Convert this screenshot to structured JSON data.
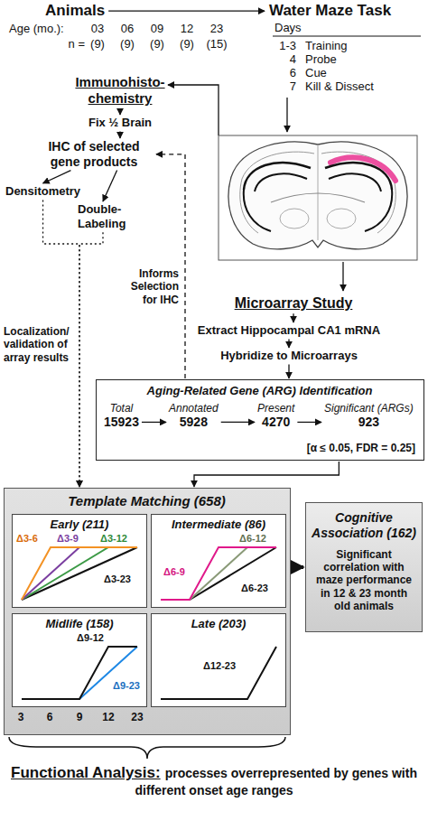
{
  "diagram": {
    "nodes": [
      {
        "text": [
          "Animals"
        ]
      },
      {
        "text": [
          "Water Maze Task"
        ]
      },
      {
        "text": [
          "Immunohisto- chemistry"
        ]
      },
      {
        "text": [
          "Fix ½ Brain"
        ]
      },
      {
        "text": [
          "IHC of selected gene products"
        ]
      },
      {
        "text": [
          "Densitometry"
        ]
      },
      {
        "text": [
          "Double- Labeling"
        ]
      },
      {
        "text": [
          "Microarray Study"
        ]
      },
      {
        "text": [
          "Extract Hippocampal CA1 mRNA"
        ]
      },
      {
        "text": [
          "Hybridize to Microarrays"
        ]
      },
      {
        "text": [
          "Aging-Related Gene (ARG) Identification",
          "[α ≤ 0.05, FDR = 0.25]"
        ]
      },
      {
        "text": [
          "Total",
          "15923"
        ],
        "in": 10
      },
      {
        "text": [
          "Annotated",
          "5928"
        ],
        "in": 10
      },
      {
        "text": [
          "Present",
          "4270"
        ],
        "in": 10
      },
      {
        "text": [
          "Significant (ARGs)",
          "923"
        ],
        "in": 10
      },
      {
        "text": [
          "Template Matching (658)"
        ]
      },
      {
        "text": [
          "Early (211)",
          "Δ3-6",
          "Δ3-9",
          "Δ3-12",
          "Δ3-23"
        ],
        "in": 15
      },
      {
        "text": [
          "Intermediate (86)",
          "Δ6-9",
          "Δ6-12",
          "Δ6-23"
        ],
        "in": 15
      },
      {
        "text": [
          "Midlife (158)",
          "Δ9-12",
          "Δ9-23"
        ],
        "in": 15
      },
      {
        "text": [
          "Late (203)",
          "Δ12-23"
        ],
        "in": 15
      },
      {
        "text": [
          "Cognitive Association (162)",
          "Significant correlation with maze performance in 12 & 23 month old animals"
        ]
      },
      {
        "text": [
          "Functional Analysis:",
          "processes overrepresented by genes with different onset age ranges"
        ]
      }
    ],
    "edges": [
      {
        "from": 0,
        "to": 1,
        "arrow": "to"
      },
      {
        "from": 2,
        "to": 3,
        "arrow": "to"
      },
      {
        "from": 3,
        "to": 4,
        "arrow": "to"
      },
      {
        "from": 4,
        "to": 5,
        "arrow": "to"
      },
      {
        "from": 4,
        "to": 6,
        "arrow": "to"
      },
      {
        "from": 7,
        "to": 8,
        "arrow": "to"
      },
      {
        "from": 8,
        "to": 9,
        "arrow": "to"
      },
      {
        "from": 9,
        "to": 10,
        "arrow": "to"
      },
      {
        "from": 11,
        "to": 12,
        "arrow": "to"
      },
      {
        "from": 12,
        "to": 13,
        "arrow": "to"
      },
      {
        "from": 13,
        "to": 14,
        "arrow": "to"
      },
      {
        "from": 10,
        "to": 4,
        "arrow": "to",
        "label": "Informs Selection for IHC"
      },
      {
        "from": 5,
        "to": 15,
        "arrow": "to"
      },
      {
        "from": 6,
        "to": 15,
        "arrow": "to",
        "label": "Localization/ validation of array results"
      },
      {
        "from": 10,
        "to": 15,
        "arrow": "to"
      },
      {
        "from": 15,
        "to": 20,
        "arrow": "to"
      }
    ],
    "labels": [
      "Age (mo.):",
      "03",
      "06",
      "09",
      "12",
      "23",
      "n =",
      "(9)",
      "(9)",
      "(9)",
      "(9)",
      "(15)",
      "Days",
      "1-3",
      "Training",
      "4",
      "Probe",
      "6",
      "Cue",
      "7",
      "Kill & Dissect",
      "3",
      "6",
      "9",
      "12",
      "23"
    ]
  }
}
